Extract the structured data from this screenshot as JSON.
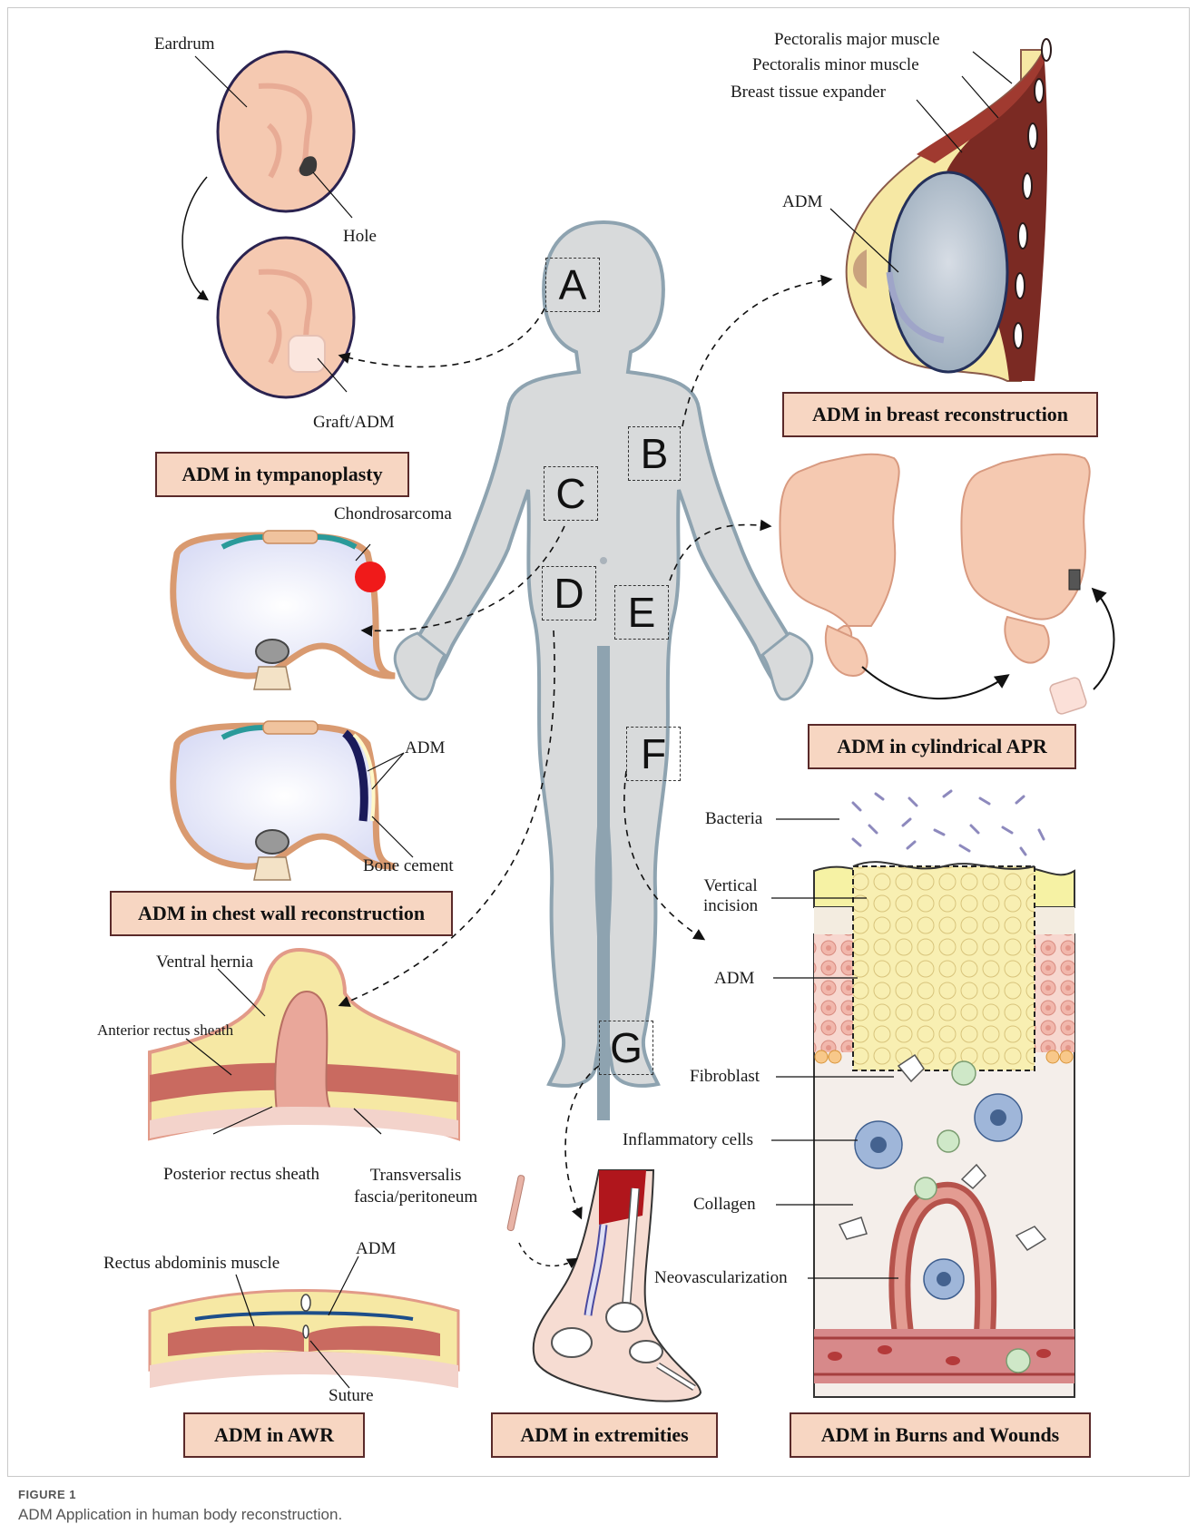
{
  "regions": [
    "A",
    "B",
    "C",
    "D",
    "E",
    "F",
    "G"
  ],
  "tympanoplasty": {
    "labels": {
      "eardrum": "Eardrum",
      "hole": "Hole",
      "graft": "Graft/ADM"
    },
    "title": "ADM in tympanoplasty"
  },
  "breast": {
    "labels": {
      "pmajor": "Pectoralis major muscle",
      "pminor": "Pectoralis minor muscle",
      "expander": "Breast tissue expander",
      "adm": "ADM"
    },
    "title": "ADM in breast reconstruction"
  },
  "chest": {
    "labels": {
      "chondro": "Chondrosarcoma",
      "adm": "ADM",
      "cement": "Bone cement"
    },
    "title": "ADM in chest wall reconstruction"
  },
  "apr": {
    "title": "ADM in cylindrical APR"
  },
  "hernia": {
    "labels": {
      "ventral": "Ventral hernia",
      "anterior": "Anterior rectus sheath",
      "posterior": "Posterior rectus sheath",
      "transversalis": "Transversalis\nfascia/peritoneum"
    }
  },
  "awr": {
    "labels": {
      "rectus": "Rectus abdominis muscle",
      "adm": "ADM",
      "suture": "Suture"
    },
    "title": "ADM in AWR"
  },
  "extremities": {
    "title": "ADM in extremities"
  },
  "burns": {
    "labels": {
      "bacteria": "Bacteria",
      "incision": "Vertical\nincision",
      "adm": "ADM",
      "fibroblast": "Fibroblast",
      "inflammatory": "Inflammatory cells",
      "collagen": "Collagen",
      "neovasc": "Neovascularization"
    },
    "title": "ADM in Burns and Wounds"
  },
  "caption": {
    "label": "FIGURE 1",
    "text": "ADM Application in human body reconstruction."
  },
  "colors": {
    "skin": "#f5c9b1",
    "body": "#d8dadb",
    "bodyStroke": "#8ea3b0",
    "boxFill": "#f7d6c2",
    "boxBorder": "#5a2a2a",
    "muscle": "#7b2a23",
    "fat": "#f6e8a4",
    "lung": "#e5e7f7",
    "bone": "#f3e2c6"
  }
}
